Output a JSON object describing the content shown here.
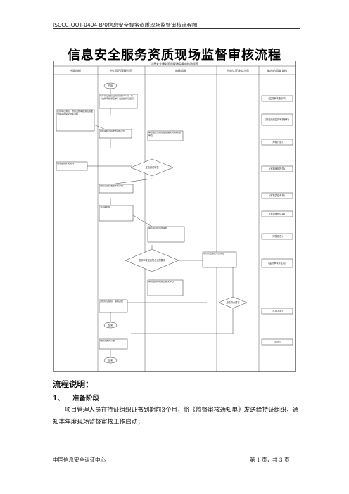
{
  "header": {
    "doc_id": "ISCCC-QOT-0404-B/0信息安全服务资质现场监督审核流程图"
  },
  "title": "信息安全服务资质现场监督审核流程",
  "flowchart": {
    "caption": "信息安全服务资质现场监督审核流程图",
    "lanes": [
      "持证组织",
      "中心项目管理人员",
      "审核组长",
      "中心认证决定人员",
      "输出的相关文档"
    ],
    "nodes": {
      "start": "开始",
      "n1": "每年持证组织证书到期前3个月，将《监督审核通知单》发送给持证组织",
      "n2": "接到中心通知，按照监督审核通知书要求填写并提交相关资料",
      "n3": "组织审核员并发送审核计划",
      "n4": "审核组长对持证组织提交的资料进行审查",
      "n5": "持证组织补充资料",
      "n6": "向持证组织发出审核计划",
      "n7": "派遣审核组",
      "n8": "审核组进行现场审核",
      "n9": "现场审核是否符合资质要求",
      "n10": "中心认证决定人员评定",
      "n11": "审核组将审核报告提交中心",
      "n12": "通知持证组织，保持资质",
      "n13": "结束",
      "n14": "撤销资质并公告",
      "n15": "结束",
      "d1": "是否通过审核",
      "d2": "是否符合要求"
    },
    "docs": [
      "《监督审核通知单》",
      "《持证组织监督审核资料》",
      "《审核计划》",
      "《资料审核报告》",
      "《审核员任命书》",
      "《现场审核记录》",
      "《审核报告》",
      "《监督审核评定表》",
      "《认证决定》",
      "《公告》"
    ]
  },
  "body": {
    "section_heading": "流程说明：",
    "sub_number": "1、",
    "sub_heading": "准备阶段",
    "paragraph": "项目管理人员在持证组织证书到期前3个月，将《监督审核通知单》发送给持证组织，通知本年度现场监督审核工作启动；"
  },
  "footer": {
    "org": "中国信息安全认证中心",
    "page": "第 1 页，共 3 页"
  }
}
